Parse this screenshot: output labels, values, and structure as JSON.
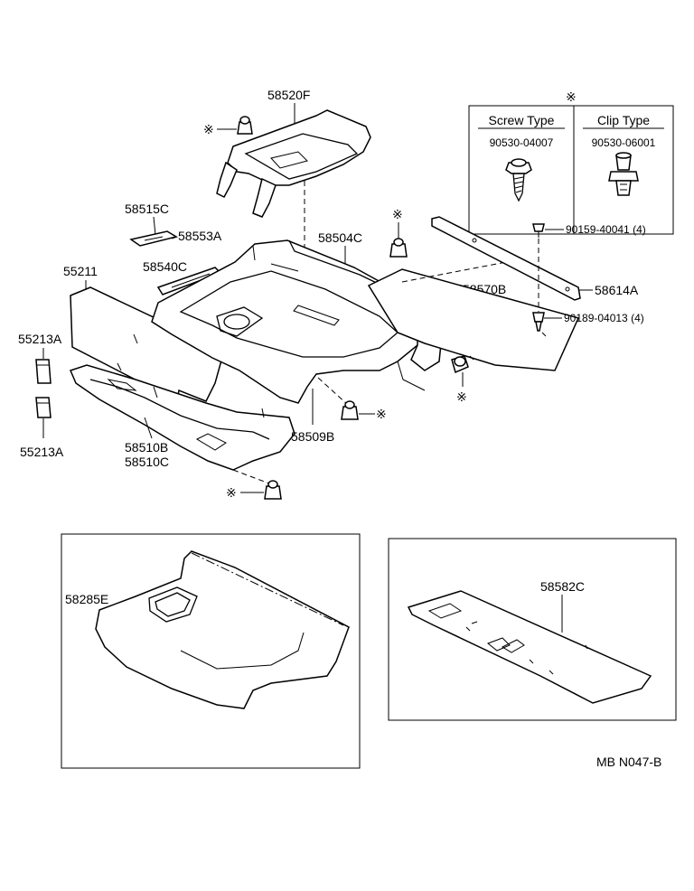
{
  "legend": {
    "mark": "※",
    "headers": [
      "Screw Type",
      "Clip Type"
    ],
    "part_numbers": [
      "90530-04007",
      "90530-06001"
    ]
  },
  "labels": {
    "p58520F": "58520F",
    "p58515C": "58515C",
    "p58553A": "58553A",
    "p58540C": "58540C",
    "p55211": "55211",
    "p58504C": "58504C",
    "p58570B": "58570B",
    "p58614A": "58614A",
    "p90159": "90159-40041 (4)",
    "p90189": "90189-04013 (4)",
    "p55213A_top": "55213A",
    "p55213A_bot": "55213A",
    "p58510B": "58510B",
    "p58510C": "58510C",
    "p58509B": "58509B",
    "p58285E": "58285E",
    "p58582C": "58582C"
  },
  "marks": [
    "※",
    "※",
    "※",
    "※",
    "※"
  ],
  "footer": {
    "code": "MB N047-B"
  }
}
